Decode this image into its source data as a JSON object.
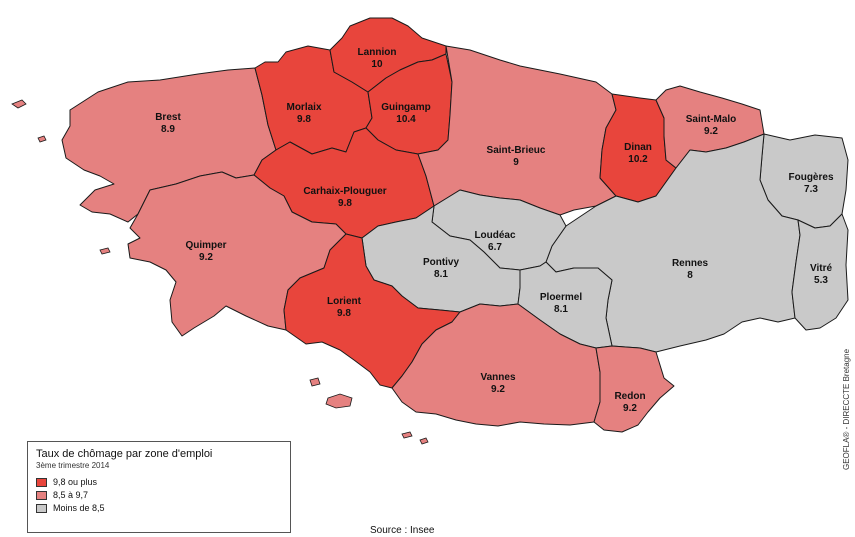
{
  "colors": {
    "high": "#e8453c",
    "mid": "#e58180",
    "low": "#c9c9c9",
    "border": "#1a1a1a"
  },
  "zones": [
    {
      "name": "Brest",
      "rate": "8.9",
      "class": "mid"
    },
    {
      "name": "Morlaix",
      "rate": "9.8",
      "class": "high"
    },
    {
      "name": "Lannion",
      "rate": "10",
      "class": "high"
    },
    {
      "name": "Guingamp",
      "rate": "10.4",
      "class": "high"
    },
    {
      "name": "Saint-Brieuc",
      "rate": "9",
      "class": "mid"
    },
    {
      "name": "Dinan",
      "rate": "10.2",
      "class": "high"
    },
    {
      "name": "Saint-Malo",
      "rate": "9.2",
      "class": "mid"
    },
    {
      "name": "Fougères",
      "rate": "7.3",
      "class": "low"
    },
    {
      "name": "Carhaix-Plouguer",
      "rate": "9.8",
      "class": "high"
    },
    {
      "name": "Quimper",
      "rate": "9.2",
      "class": "mid"
    },
    {
      "name": "Loudéac",
      "rate": "6.7",
      "class": "low"
    },
    {
      "name": "Pontivy",
      "rate": "8.1",
      "class": "low"
    },
    {
      "name": "Rennes",
      "rate": "8",
      "class": "low"
    },
    {
      "name": "Vitré",
      "rate": "5.3",
      "class": "low"
    },
    {
      "name": "Ploermel",
      "rate": "8.1",
      "class": "low"
    },
    {
      "name": "Lorient",
      "rate": "9.8",
      "class": "high"
    },
    {
      "name": "Vannes",
      "rate": "9.2",
      "class": "mid"
    },
    {
      "name": "Redon",
      "rate": "9.2",
      "class": "mid"
    }
  ],
  "legend": {
    "title": "Taux de chômage par zone d'emploi",
    "subtitle": "3ème trimestre 2014",
    "items": [
      {
        "label": "9,8 ou plus",
        "class": "high"
      },
      {
        "label": "8,5 à 9,7",
        "class": "mid"
      },
      {
        "label": "Moins de 8,5",
        "class": "low"
      }
    ]
  },
  "source": "Source : Insee",
  "credit": "GEOFLA® - DIRECCTE Bretagne"
}
